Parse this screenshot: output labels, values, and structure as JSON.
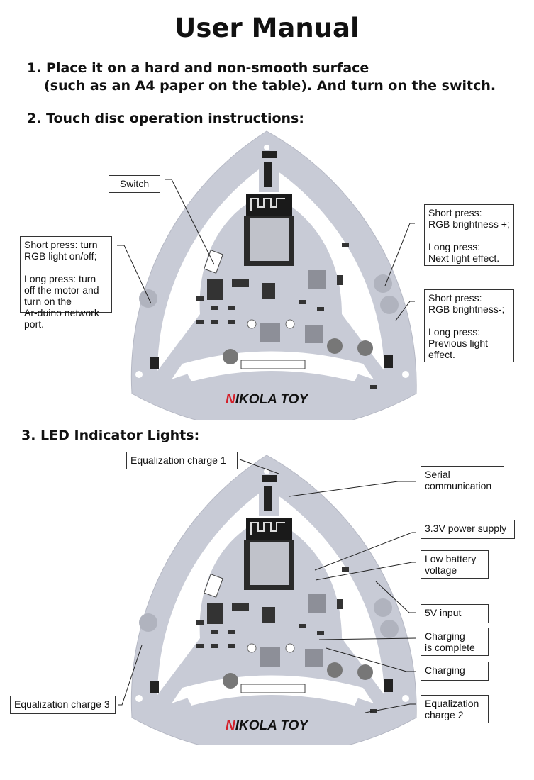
{
  "title": "User Manual",
  "steps": {
    "s1_line1": "1. Place it on a hard and non-smooth surface",
    "s1_line2": "(such as an A4 paper on the table). And turn on the switch.",
    "s2": "2. Touch disc operation instructions:",
    "s3": "3. LED Indicator Lights:"
  },
  "board": {
    "brand": "NIKOLA TOY",
    "brand_color": "#d4202a",
    "pcb_color": "#c8cbd6"
  },
  "touch_labels": {
    "switch": "Switch",
    "left": "Short press: turn\nRGB light on/off;\n\nLong press: turn\noff the motor and\nturn on the\nAr-duino network\nport.",
    "right_top": "Short press:\nRGB brightness +;\n\nLong press:\nNext light effect.",
    "right_bottom": "Short press:\nRGB brightness-;\n\nLong press:\nPrevious light\neffect."
  },
  "led_labels": {
    "eq1": "Equalization charge 1",
    "serial": "Serial\ncommunication",
    "v33": "3.3V power supply",
    "lowbat": "Low battery\nvoltage",
    "v5": "5V input",
    "complete": "Charging\nis complete",
    "charging": "Charging",
    "eq3": "Equalization charge 3",
    "eq2": "Equalization\ncharge 2"
  }
}
